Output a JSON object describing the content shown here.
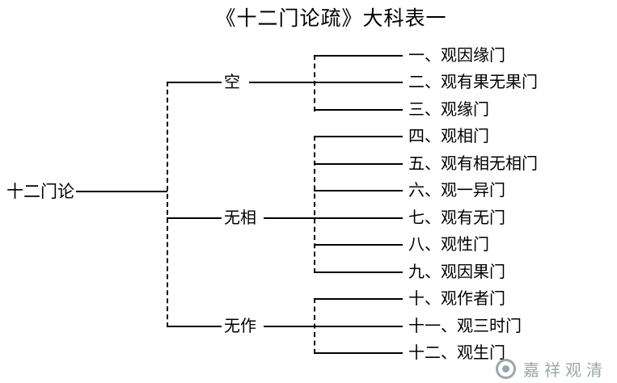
{
  "title": "《十二门论疏》大科表一",
  "root": "十二门论",
  "groups": [
    {
      "label": "空",
      "children": [
        "一、观因缘门",
        "二、观有果无果门",
        "三、观缘门"
      ]
    },
    {
      "label": "无相",
      "children": [
        "四、观相门",
        "五、观有相无相门",
        "六、观一异门",
        "七、观有无门",
        "八、观性门",
        "九、观因果门"
      ]
    },
    {
      "label": "无作",
      "children": [
        "十、观作者门",
        "十一、观三时门",
        "十二、观生门"
      ]
    }
  ],
  "watermark": {
    "icon": "circle-seal-icon",
    "text": "嘉祥观清",
    "color": "#8d969b"
  },
  "colors": {
    "line": "#000000",
    "background": "#ffffff"
  }
}
